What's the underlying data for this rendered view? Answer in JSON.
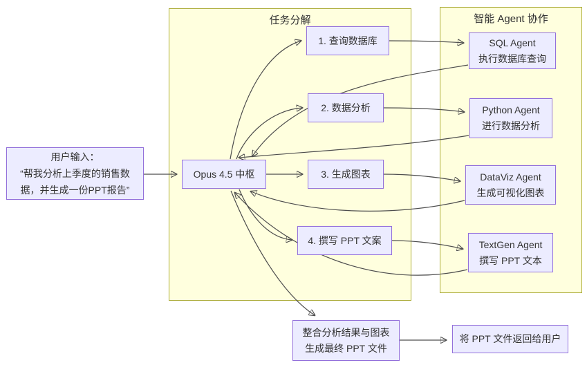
{
  "diagram": {
    "colors": {
      "node_fill": "#ECECFF",
      "node_border": "#9370DB",
      "group_fill": "#FFFFDE",
      "group_border": "#AAAA33",
      "edge_color": "#4d4d4d",
      "text_color": "#333333",
      "background": "#ffffff"
    },
    "groups": [
      {
        "id": "tasks",
        "title": "任务分解"
      },
      {
        "id": "agents",
        "title": "智能 Agent 协作"
      }
    ],
    "nodes": {
      "user_input": {
        "lines": [
          "用户输入：",
          "“帮我分析上季度的销售数",
          "据，并生成一份PPT报告”"
        ]
      },
      "hub": {
        "label": "Opus 4.5 中枢"
      },
      "task1": {
        "label": "1. 查询数据库"
      },
      "task2": {
        "label": "2. 数据分析"
      },
      "task3": {
        "label": "3. 生成图表"
      },
      "task4": {
        "label": "4. 撰写 PPT 文案"
      },
      "agent_sql": {
        "lines": [
          "SQL Agent",
          "执行数据库查询"
        ]
      },
      "agent_python": {
        "lines": [
          "Python Agent",
          "进行数据分析"
        ]
      },
      "agent_dataviz": {
        "lines": [
          "DataViz Agent",
          "生成可视化图表"
        ]
      },
      "agent_textgen": {
        "lines": [
          "TextGen Agent",
          "撰写 PPT 文本"
        ]
      },
      "integrate": {
        "lines": [
          "整合分析结果与图表",
          "生成最终 PPT 文件"
        ]
      },
      "deliver": {
        "label": "将 PPT 文件返回给用户"
      }
    },
    "edges": [
      {
        "from": "user_input",
        "to": "hub"
      },
      {
        "from": "hub",
        "to": "task1"
      },
      {
        "from": "hub",
        "to": "task2"
      },
      {
        "from": "hub",
        "to": "task3"
      },
      {
        "from": "hub",
        "to": "task4"
      },
      {
        "from": "task1",
        "to": "agent_sql"
      },
      {
        "from": "task2",
        "to": "agent_python"
      },
      {
        "from": "task3",
        "to": "agent_dataviz"
      },
      {
        "from": "task4",
        "to": "agent_textgen"
      },
      {
        "from": "agent_sql",
        "to": "hub"
      },
      {
        "from": "agent_python",
        "to": "hub"
      },
      {
        "from": "agent_dataviz",
        "to": "hub"
      },
      {
        "from": "agent_textgen",
        "to": "hub"
      },
      {
        "from": "hub",
        "to": "integrate"
      },
      {
        "from": "integrate",
        "to": "deliver"
      }
    ]
  }
}
